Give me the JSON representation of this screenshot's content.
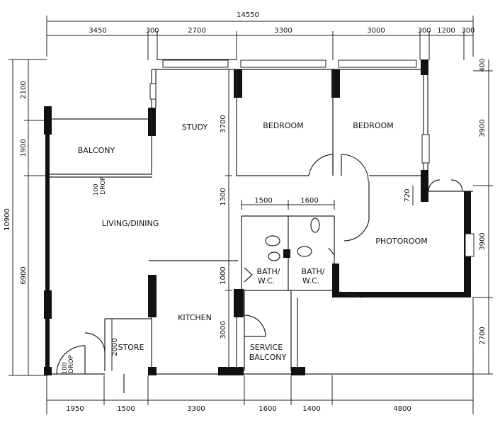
{
  "plan": {
    "overall_width": "14550",
    "overall_height": "10900",
    "top_dims": [
      "3450",
      "300",
      "2700",
      "3300",
      "3000",
      "300",
      "1200",
      "300"
    ],
    "bottom_dims": [
      "1950",
      "1500",
      "3300",
      "1600",
      "1400",
      "4800"
    ],
    "left_dims": [
      "2100",
      "1900",
      "6900"
    ],
    "right_dims": [
      "400",
      "3900",
      "3900",
      "2700"
    ],
    "inner_dims": {
      "study_depth": "3700",
      "corridor": "1300",
      "bath_depth": "1000",
      "kitchen_depth": "3000",
      "store_depth": "2000",
      "bath1_width": "1500",
      "bath2_width": "1600",
      "util_width": "720"
    },
    "drops": {
      "balcony_drop": [
        "100",
        "DROP"
      ],
      "entry_drop": [
        "100",
        "DROP"
      ]
    },
    "rooms": {
      "study": "STUDY",
      "bedroom1": "BEDROOM",
      "bedroom2": "BEDROOM",
      "balcony": "BALCONY",
      "living": "LIVING/DINING",
      "photo": "PHOTOROOM",
      "bath1": [
        "BATH/",
        "W.C."
      ],
      "bath2": [
        "BATH/",
        "W.C."
      ],
      "kitchen": "KITCHEN",
      "store": "STORE",
      "service_balcony": [
        "SERVICE",
        "BALCONY"
      ]
    }
  }
}
